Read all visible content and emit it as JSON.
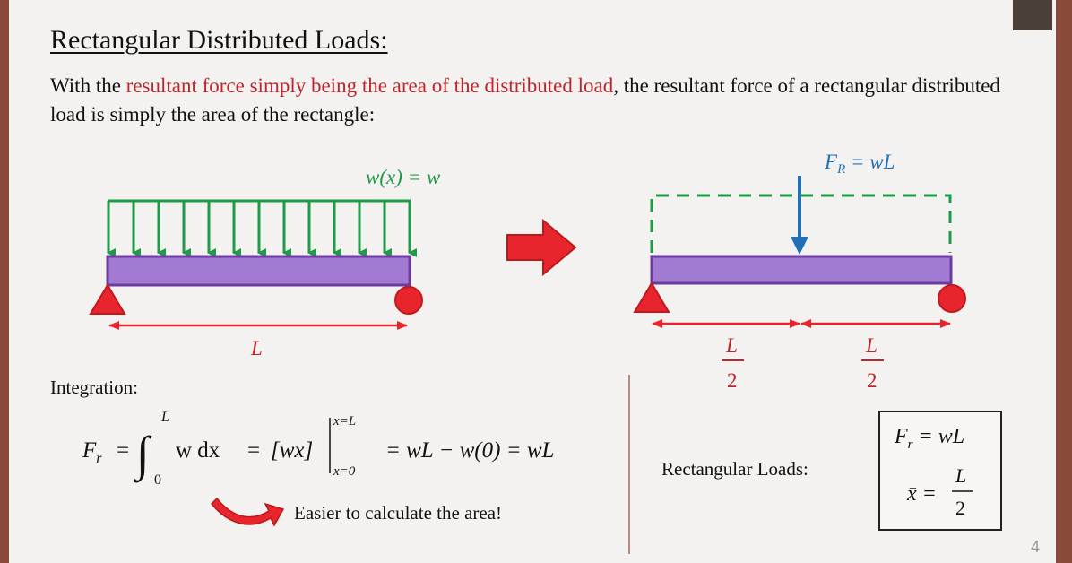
{
  "title": "Rectangular Distributed Loads:",
  "intro": {
    "before": "With the ",
    "highlight": "resultant force simply being the area of the distributed load",
    "after": ", the resultant force of a rectangular distributed load is simply the area of the rectangle:"
  },
  "left_diagram": {
    "load_label": "w(x) = w",
    "length_label": "L"
  },
  "right_diagram": {
    "resultant_label_lhs": "F",
    "resultant_label_sub": "R",
    "resultant_label_rhs": " = wL",
    "half_numerator": "L",
    "half_denominator": "2"
  },
  "integration": {
    "label": "Integration:",
    "lhs": "F",
    "lhs_sub": "r",
    "eq": "=",
    "upper_limit": "L",
    "lower_limit": "0",
    "integrand": "w dx",
    "eq2": "=",
    "bracket": "[wx]",
    "eval_upper": "x=L",
    "eval_lower": "x=0",
    "result": "= wL − w(0) = wL",
    "easier_note": "Easier to calculate the area!"
  },
  "summary": {
    "label": "Rectangular Loads:",
    "line1_lhs": "F",
    "line1_sub": "r",
    "line1_rhs": " = wL",
    "line2_lhs": "x̄ =",
    "line2_num": "L",
    "line2_den": "2"
  },
  "page_number": "4",
  "colors": {
    "load_green": "#1f9a46",
    "beam_purple": "#a37ad1",
    "beam_border": "#6b3c9e",
    "support_red": "#e8242c",
    "resultant_blue": "#2070b8",
    "highlight_red": "#c0242c"
  }
}
